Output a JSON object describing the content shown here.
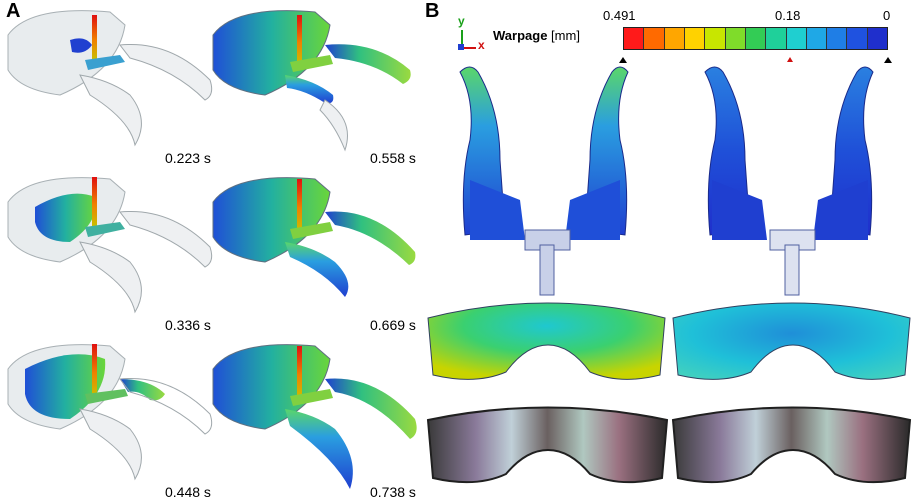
{
  "panels": {
    "a": "A",
    "b": "B"
  },
  "times": [
    "0.223 s",
    "0.558 s",
    "0.336 s",
    "0.669 s",
    "0.448 s",
    "0.738 s"
  ],
  "legend": {
    "title": "Warpage",
    "unit": "[mm]",
    "max": "0.491",
    "mid": "0.18",
    "min": "0",
    "axis_y": "y",
    "axis_x": "x",
    "colors": [
      "#ff1a1a",
      "#ff6a00",
      "#ffa600",
      "#ffd200",
      "#c8e600",
      "#7fdc2a",
      "#33cc55",
      "#1fd09a",
      "#1fcfd0",
      "#1fa8e6",
      "#1f7ee6",
      "#1f52e0",
      "#1f2fcc"
    ]
  }
}
